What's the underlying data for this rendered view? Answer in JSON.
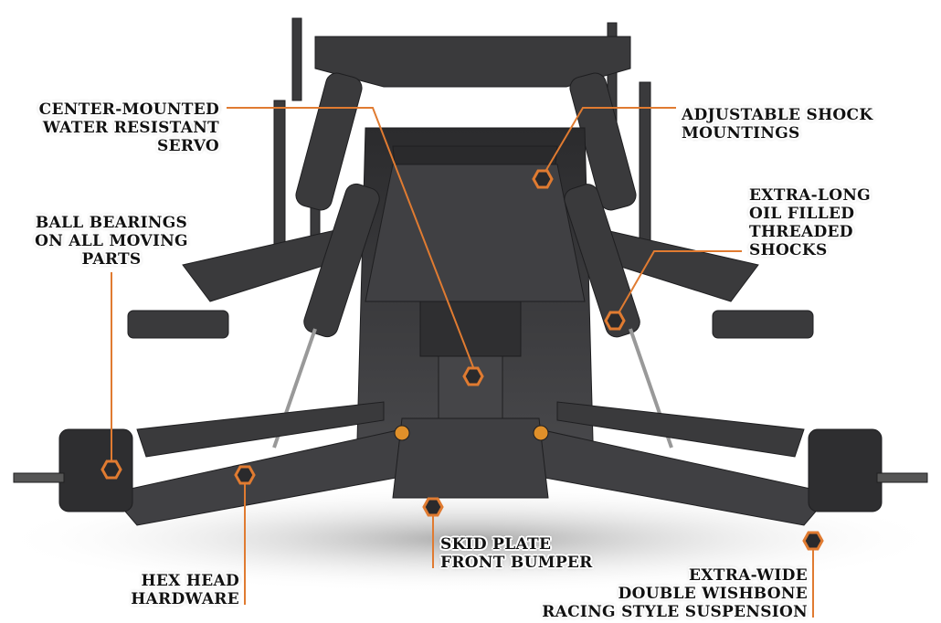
{
  "colors": {
    "accent": "#e07b31",
    "chassis": "#3a3a3c",
    "background": "#ffffff"
  },
  "callouts": [
    {
      "id": "servo",
      "lines": [
        "CENTER-MOUNTED",
        "WATER RESISTANT",
        "SERVO"
      ]
    },
    {
      "id": "shock-mountings",
      "lines": [
        "ADJUSTABLE SHOCK",
        "MOUNTINGS"
      ]
    },
    {
      "id": "ball-bearings",
      "lines": [
        "BALL BEARINGS",
        "ON ALL MOVING",
        "PARTS"
      ]
    },
    {
      "id": "shocks",
      "lines": [
        "EXTRA-LONG",
        "OIL FILLED",
        "THREADED",
        "SHOCKS"
      ]
    },
    {
      "id": "skid-plate",
      "lines": [
        "SKID PLATE",
        "FRONT BUMPER"
      ]
    },
    {
      "id": "hex-head",
      "lines": [
        "HEX HEAD",
        "HARDWARE"
      ]
    },
    {
      "id": "suspension",
      "lines": [
        "EXTRA-WIDE",
        "DOUBLE WISHBONE",
        "RACING STYLE SUSPENSION"
      ]
    }
  ]
}
